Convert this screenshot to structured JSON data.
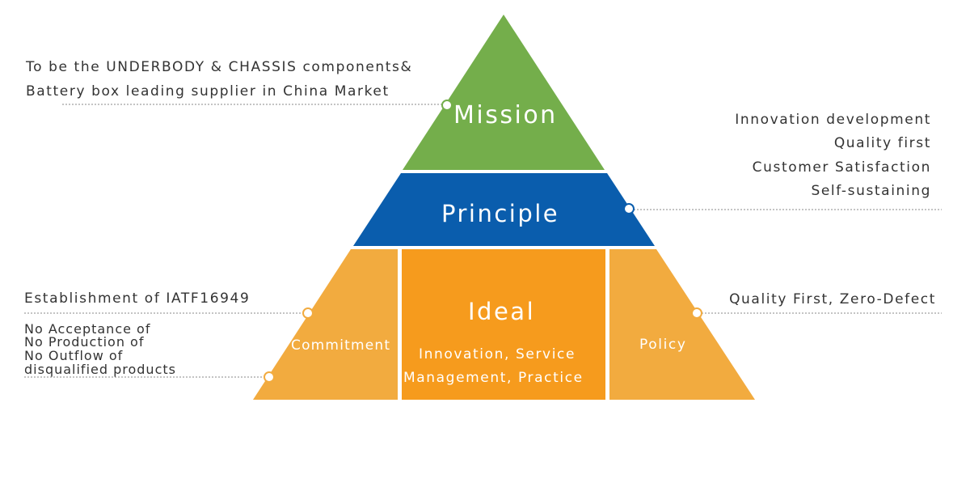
{
  "colors": {
    "mission": "#74ae4b",
    "principle": "#0a5dad",
    "side": "#f2ab3f",
    "ideal": "#f69b1d",
    "text": "#333333",
    "leader_line": "#888888"
  },
  "mission": {
    "label": "Mission",
    "note_lines": [
      "To be the UNDERBODY & CHASSIS components&",
      "Battery box leading supplier  in China Market"
    ]
  },
  "principle": {
    "label": "Principle",
    "note_lines": [
      "Innovation development",
      "Quality first",
      "Customer Satisfaction",
      "Self-sustaining"
    ]
  },
  "ideal": {
    "label": "Ideal",
    "sub_lines": [
      "Innovation, Service",
      "Management,  Practice"
    ]
  },
  "commitment": {
    "label": "Commitment",
    "note_top": "Establishment of  IATF16949",
    "note_lines": [
      "No Acceptance of",
      "No Production of",
      "No Outflow of",
      "disqualified products"
    ]
  },
  "policy": {
    "label": "Policy",
    "note": "Quality First, Zero-Defect"
  }
}
